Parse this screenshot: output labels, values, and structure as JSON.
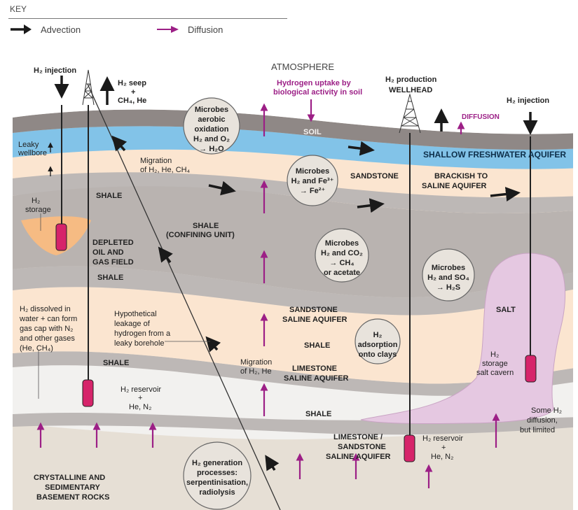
{
  "key": {
    "title": "KEY",
    "advection": "Advection",
    "diffusion": "Diffusion"
  },
  "colors": {
    "advection": "#1a1a1a",
    "diffusion": "#9c1f86",
    "sandstone": "#fbe5d0",
    "shale": "#b9b3b0",
    "soil": "#8f8886",
    "aquifer": "#7fc0e6",
    "salt": "#e5c8e1",
    "limestone": "#f1f1f1",
    "basement": "#e6dfd5",
    "storage": "#f6bb83",
    "canister": "#d6246a"
  },
  "labels": {
    "atmosphere": "ATMOSPHERE",
    "uptake1": "Hydrogen uptake by",
    "uptake2": "biological activity in soil",
    "injection_left": "H₂ injection",
    "seep1": "H₂ seep",
    "seep2": "+",
    "seep3": "CH₄, He",
    "production1": "H₂ production",
    "production2": "WELLHEAD",
    "diffusion_top": "DIFFUSION",
    "injection_right": "H₂ injection",
    "soil": "SOIL",
    "shallow_aquifer": "SHALLOW FRESHWATER  AQUIFER",
    "leaky1": "Leaky",
    "leaky2": "wellbore",
    "storage1": "H₂",
    "storage2": "storage",
    "migration1_1": "Migration",
    "migration1_2": "of H₂, He, CH₄",
    "sandstone": "SANDSTONE",
    "brackish1": "BRACKISH TO",
    "brackish2": "SALINE AQUIFER",
    "shale_1": "SHALE",
    "confining1": "SHALE",
    "confining2": "(CONFINING UNIT)",
    "depleted1": "DEPLETED",
    "depleted2": "OIL AND",
    "depleted3": "GAS FIELD",
    "shale_2": "SHALE",
    "dissolved1": "H₂ dissolved in",
    "dissolved2": "water + can form",
    "dissolved3": "gas cap with N₂",
    "dissolved4": "and other gases",
    "dissolved5": "(He, CH₄)",
    "hypo1": "Hypothetical",
    "hypo2": "leakage of",
    "hypo3": "hydrogen from a",
    "hypo4": "leaky borehole",
    "ss_aquifer1": "SANDSTONE",
    "ss_aquifer2": "SALINE AQUIFER",
    "shale_3": "SHALE",
    "shale_4": "SHALE",
    "migration2_1": "Migration",
    "migration2_2": "of H₂, He",
    "ls_aquifer1": "LIMESTONE",
    "ls_aquifer2": "SALINE AQUIFER",
    "reservoir_left1": "H₂ reservoir",
    "reservoir_left2": "+",
    "reservoir_left3": "He, N₂",
    "shale_5": "SHALE",
    "salt": "SALT",
    "cavern1": "H₂",
    "cavern2": "storage",
    "cavern3": "salt cavern",
    "lss1": "LIMESTONE /",
    "lss2": "SANDSTONE",
    "lss3": "SALINE AQUIFER",
    "reservoir_right1": "H₂ reservoir",
    "reservoir_right2": "+",
    "reservoir_right3": "He, N₂",
    "some1": "Some H₂",
    "some2": "diffusion,",
    "some3": "but limited",
    "basement1": "CRYSTALLINE AND",
    "basement2": "SEDIMENTARY",
    "basement3": "BASEMENT ROCKS"
  },
  "bubbles": {
    "aerobic": [
      "Microbes",
      "aerobic",
      "oxidation",
      "H₂ and O₂",
      "→ H₂O"
    ],
    "iron": [
      "Microbes",
      "H₂ and Fe³⁺",
      "→ Fe²⁺"
    ],
    "methane": [
      "Microbes",
      "H₂ and CO₂",
      "→ CH₄",
      "or acetate"
    ],
    "sulfate": [
      "Microbes",
      "H₂ and SO₄",
      "→ H₂S"
    ],
    "adsorption": [
      "H₂",
      "adsorption",
      "onto clays"
    ],
    "generation": [
      "H₂ generation",
      "processes:",
      "serpentinisation,",
      "radiolysis"
    ]
  }
}
